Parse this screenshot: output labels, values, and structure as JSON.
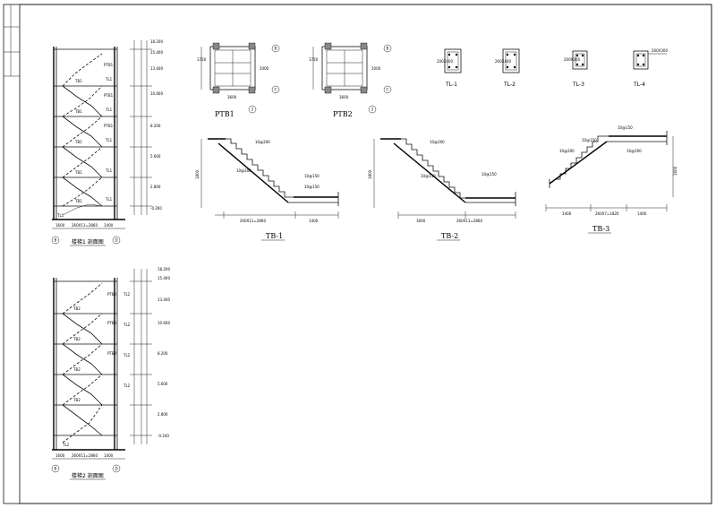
{
  "sheet": {
    "section1": {
      "caption": "楼梯1 剖面图",
      "elevations": [
        "18.200",
        "15.400",
        "13.400",
        "10.600",
        "8.200",
        "5.600",
        "2.800",
        "-0.260"
      ],
      "slab_labels": [
        "PTB1",
        "TB1",
        "PTB1",
        "TB1",
        "PTB1",
        "TB1",
        "TB1",
        "TB1"
      ],
      "beam_labels": [
        "TL1",
        "TL1",
        "TL1",
        "TL1",
        "TL1",
        "TL1"
      ],
      "dims_bottom": [
        "1600",
        "260X11=2860",
        "1400"
      ],
      "axis": [
        "B",
        "D"
      ]
    },
    "section2": {
      "caption": "楼梯2 剖面图",
      "elevations": [
        "18.200",
        "15.400",
        "13.400",
        "10.600",
        "8.200",
        "5.600",
        "2.800",
        "-0.240"
      ],
      "slab_labels": [
        "PTB2",
        "TB2",
        "PTB2",
        "TB2",
        "PTB2",
        "TB2",
        "TB2"
      ],
      "beam_labels": [
        "TL2",
        "TL2",
        "TL2",
        "TL2",
        "TL2"
      ],
      "dims_bottom": [
        "1600",
        "260X11=2860",
        "1400"
      ],
      "axis": [
        "B",
        "D"
      ]
    },
    "ptb1": {
      "caption": "PTB1",
      "dims": [
        "1720",
        "2000",
        "3600"
      ],
      "axis": [
        "B",
        "C",
        "3"
      ]
    },
    "ptb2": {
      "caption": "PTB2",
      "dims": [
        "1720",
        "2000",
        "3600"
      ],
      "axis": [
        "B",
        "C",
        "3"
      ]
    },
    "beams": [
      {
        "caption": "TL-1",
        "size": "200X400"
      },
      {
        "caption": "TL-2",
        "size": "200X400"
      },
      {
        "caption": "TL-3",
        "size": "200X300"
      },
      {
        "caption": "TL-4",
        "size": "200X300"
      }
    ],
    "tb1": {
      "caption": "TB-1",
      "labels": [
        "10@200",
        "10@200",
        "10@150",
        "10@150"
      ],
      "dims": [
        "200X11=2860",
        "1400"
      ],
      "height": "1800"
    },
    "tb2": {
      "caption": "TB-2",
      "labels": [
        "10@200",
        "10@150",
        "10@150"
      ],
      "dims": [
        "1600",
        "260X11=2860"
      ],
      "height": "1800"
    },
    "tb3": {
      "caption": "TB-3",
      "labels": [
        "10@200",
        "10@150",
        "10@150",
        "10@200"
      ],
      "dims": [
        "1400",
        "260X7=1820",
        "1400"
      ],
      "height": "1600"
    }
  }
}
